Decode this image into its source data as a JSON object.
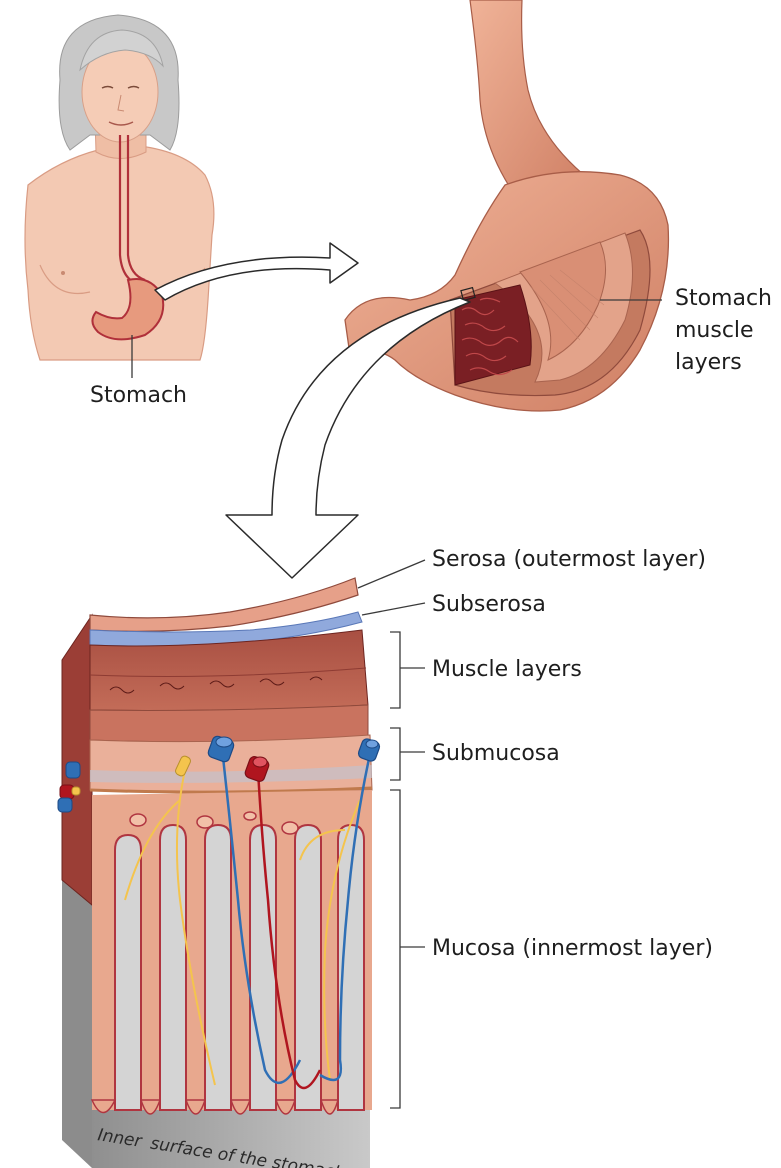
{
  "labels": {
    "stomach": "Stomach",
    "stomach_muscle_layers_line1": "Stomach",
    "stomach_muscle_layers_line2": "muscle",
    "stomach_muscle_layers_line3": "layers",
    "serosa": "Serosa (outermost layer)",
    "subserosa": "Subserosa",
    "muscle_layers": "Muscle layers",
    "submucosa": "Submucosa",
    "mucosa": "Mucosa (innermost layer)",
    "inner_surface_line1": "Inner",
    "inner_surface_line2": "surface of the stomach"
  },
  "colors": {
    "skin": "#f2c7b0",
    "hair": "#c9c9c9",
    "stomach_outer": "#e8a184",
    "muscle": "#b65e4f",
    "mucosa": "#dd9a80",
    "artery": "#b0151f",
    "vein": "#2f6fb5",
    "nerve": "#f6c94f",
    "subserosa": "#8fa8d8",
    "base_gray": "#bdbdbd"
  }
}
